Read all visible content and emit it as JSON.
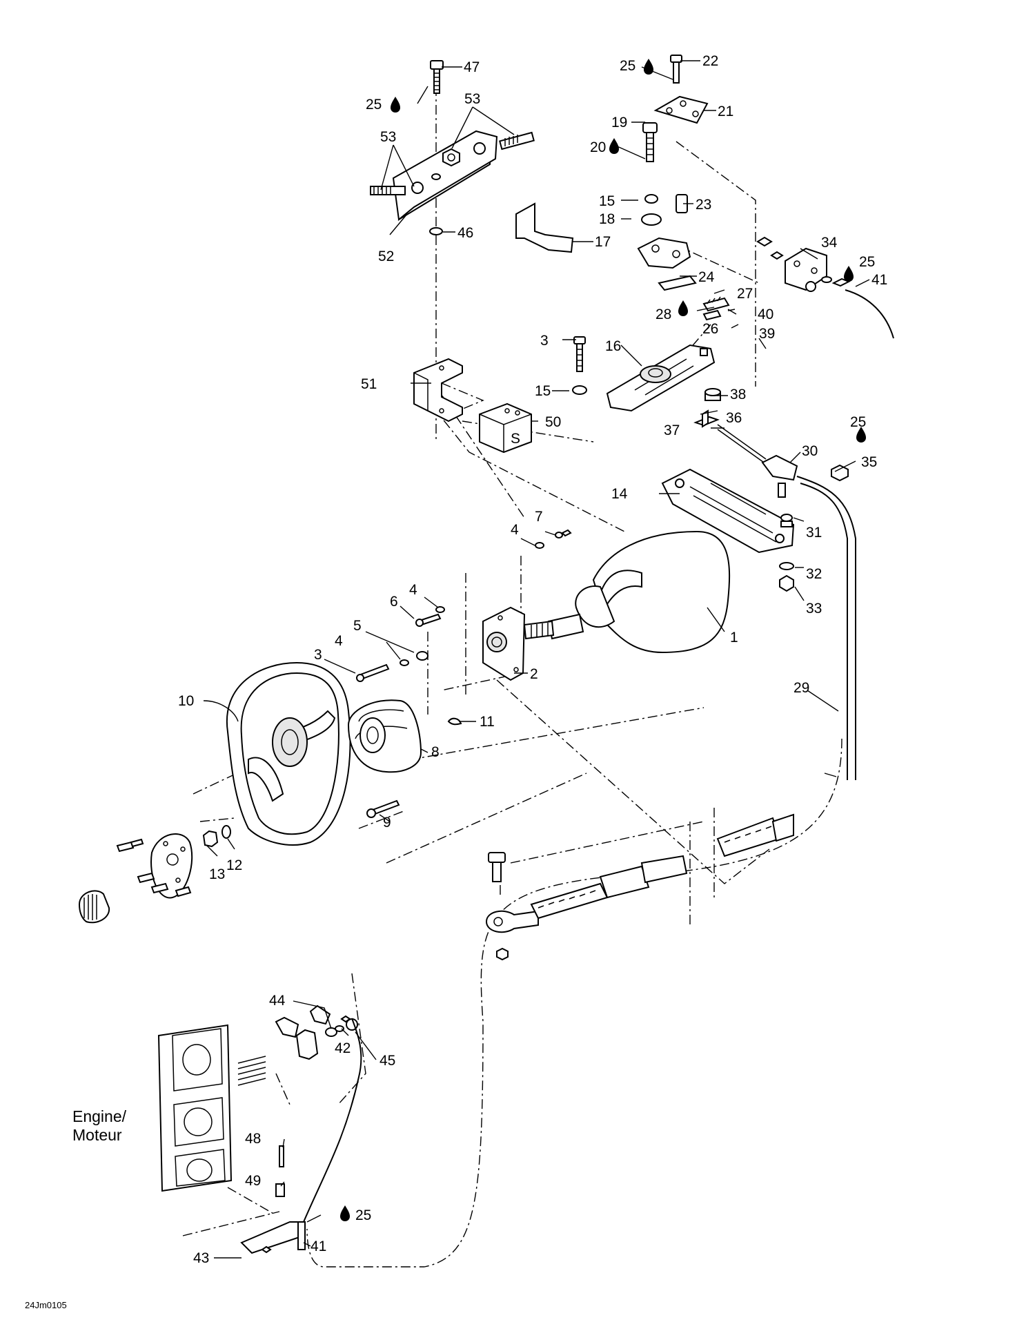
{
  "labels": {
    "p1": "1",
    "p2": "2",
    "p3a": "3",
    "p3b": "3",
    "p4a": "4",
    "p4b": "4",
    "p4c": "4",
    "p5": "5",
    "p6": "6",
    "p7": "7",
    "p8": "8",
    "p9": "9",
    "p10": "10",
    "p11": "11",
    "p12": "12",
    "p13": "13",
    "p14": "14",
    "p15a": "15",
    "p15b": "15",
    "p16": "16",
    "p17": "17",
    "p18": "18",
    "p19": "19",
    "p20": "20",
    "p21": "21",
    "p22": "22",
    "p23": "23",
    "p24": "24",
    "p25a": "25",
    "p25b": "25",
    "p25c": "25",
    "p25d": "25",
    "p25e": "25",
    "p26": "26",
    "p27": "27",
    "p28": "28",
    "p29": "29",
    "p30": "30",
    "p31": "31",
    "p32": "32",
    "p33": "33",
    "p34": "34",
    "p35": "35",
    "p36": "36",
    "p37": "37",
    "p38": "38",
    "p39": "39",
    "p40": "40",
    "p41a": "41",
    "p41b": "41",
    "p42": "42",
    "p43": "43",
    "p44": "44",
    "p45": "45",
    "p46": "46",
    "p47": "47",
    "p48": "48",
    "p49": "49",
    "p50": "50",
    "p51": "51",
    "p52": "52",
    "p53a": "53",
    "p53b": "53"
  },
  "engine_label_line1": "Engine/",
  "engine_label_line2": "Moteur",
  "block_letter": "S",
  "drawing_code": "24Jm0105"
}
